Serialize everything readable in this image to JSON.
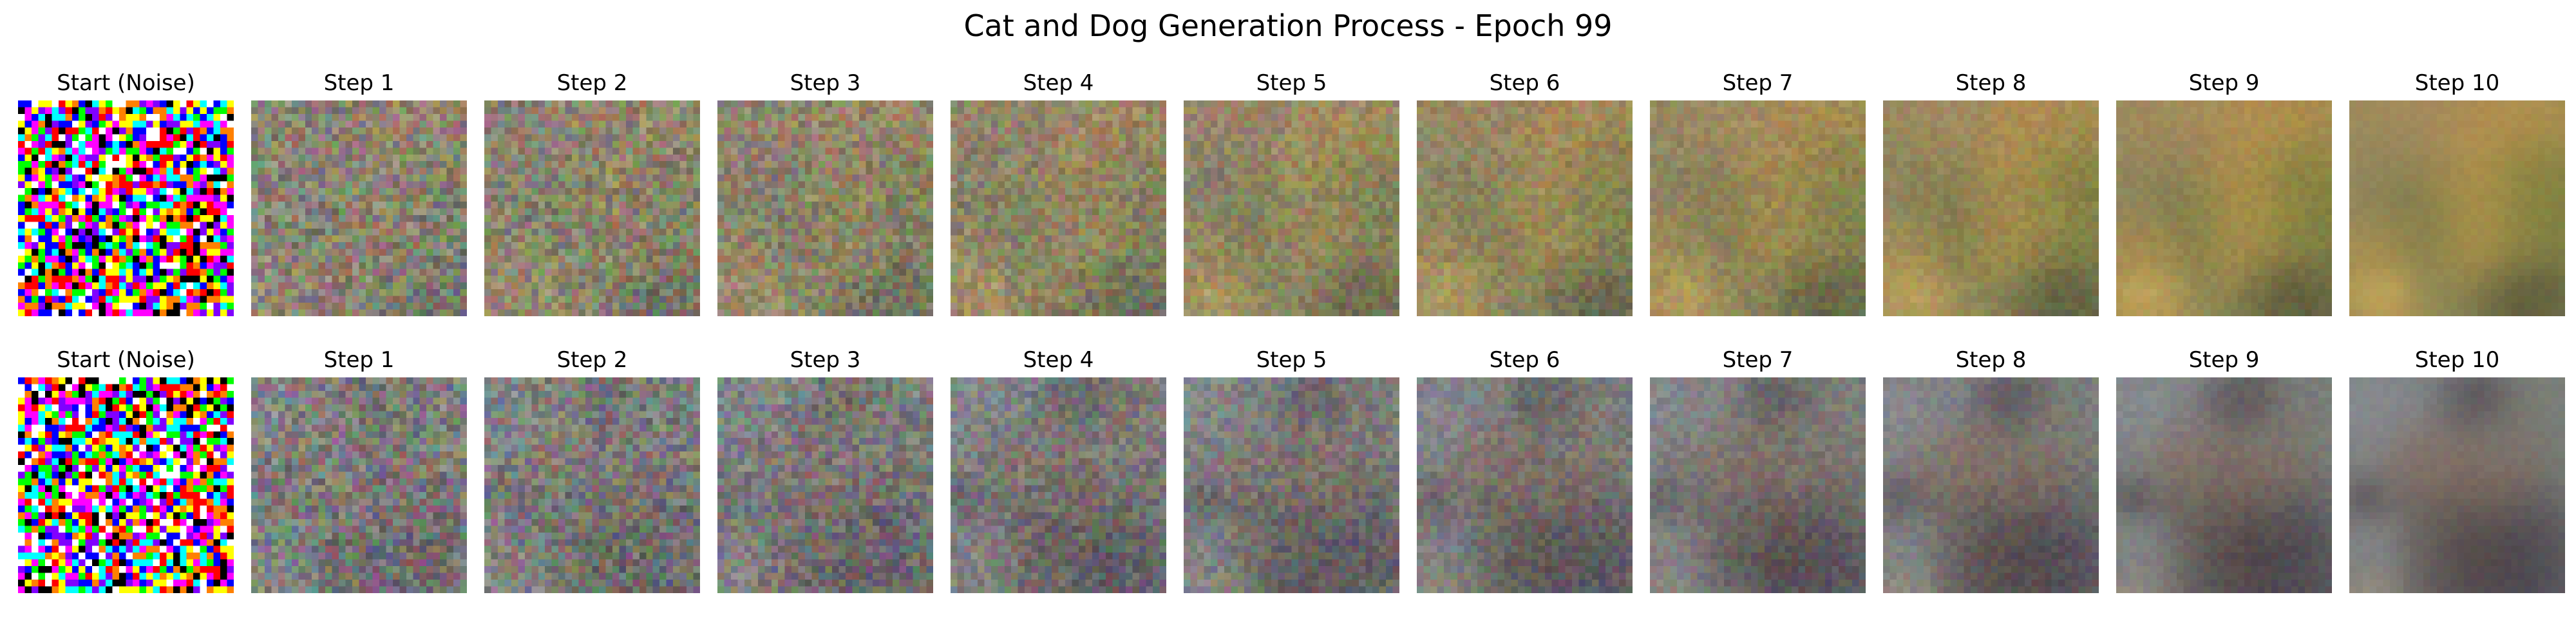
{
  "figure": {
    "title": "Cat and Dog Generation Process - Epoch 99"
  },
  "rows": [
    {
      "panels": [
        {
          "label": "Start (Noise)",
          "stage": 0
        },
        {
          "label": "Step 1",
          "stage": 1
        },
        {
          "label": "Step 2",
          "stage": 2
        },
        {
          "label": "Step 3",
          "stage": 3
        },
        {
          "label": "Step 4",
          "stage": 4
        },
        {
          "label": "Step 5",
          "stage": 5
        },
        {
          "label": "Step 6",
          "stage": 6
        },
        {
          "label": "Step 7",
          "stage": 7
        },
        {
          "label": "Step 8",
          "stage": 8
        },
        {
          "label": "Step 9",
          "stage": 9
        },
        {
          "label": "Step 10",
          "stage": 10
        }
      ],
      "palette": [
        "#8c8c5a",
        "#6e7a3c",
        "#c89a46",
        "#4a4a32",
        "#e0c060",
        "#a08c70",
        "#5a6a3a",
        "#b08a50"
      ]
    },
    {
      "panels": [
        {
          "label": "Start (Noise)",
          "stage": 0
        },
        {
          "label": "Step 1",
          "stage": 1
        },
        {
          "label": "Step 2",
          "stage": 2
        },
        {
          "label": "Step 3",
          "stage": 3
        },
        {
          "label": "Step 4",
          "stage": 4
        },
        {
          "label": "Step 5",
          "stage": 5
        },
        {
          "label": "Step 6",
          "stage": 6
        },
        {
          "label": "Step 7",
          "stage": 7
        },
        {
          "label": "Step 8",
          "stage": 8
        },
        {
          "label": "Step 9",
          "stage": 9
        },
        {
          "label": "Step 10",
          "stage": 10
        }
      ],
      "palette": [
        "#7a7e78",
        "#9aa0b4",
        "#5a4a40",
        "#8a6a5a",
        "#c8ccd8",
        "#6e7a8c",
        "#a89c8c",
        "#3a3040"
      ]
    }
  ]
}
